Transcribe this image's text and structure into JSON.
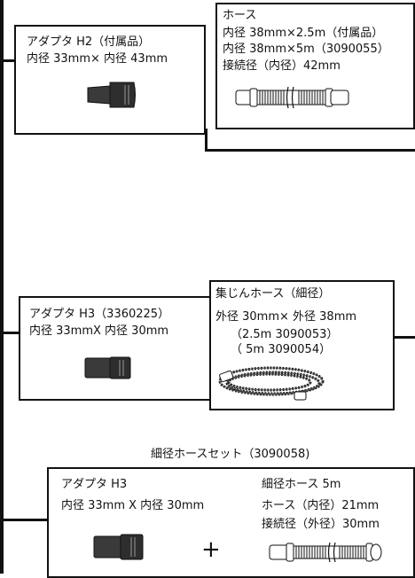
{
  "adapter_h2": {
    "title": "アダプタ H2（付属品）",
    "spec": "内径 33mm× 内径 43mm",
    "icon": "adapter-icon"
  },
  "hose": {
    "title": "ホース",
    "line1": "内径 38mm×2.5m（付属品）",
    "line2": "内径 38mm×5m（3090055）",
    "line3": "接続径（内径）42mm",
    "icon": "hose-icon"
  },
  "adapter_h3_top": {
    "title": "アダプタ H3（3360225）",
    "spec": "内径 33mmX 内径 30mm",
    "icon": "adapter-icon"
  },
  "dust_hose": {
    "title": "集じんホース（細径）",
    "spec": "外径 30mm× 外径 38mm",
    "part1": "（2.5m 3090053）",
    "part2": "（ 5m 3090054）",
    "icon": "coiled-hose-icon"
  },
  "thin_hose_set": {
    "heading": "細径ホースセット（3090058)",
    "adapter_title": "アダプタ H3",
    "adapter_spec": "内径 33mm X 内径 30mm",
    "plus": "+",
    "hose_title": "細径ホース 5m",
    "hose_line1": "ホース（内径）21mm",
    "hose_line2": "接続径（外径）30mm"
  }
}
